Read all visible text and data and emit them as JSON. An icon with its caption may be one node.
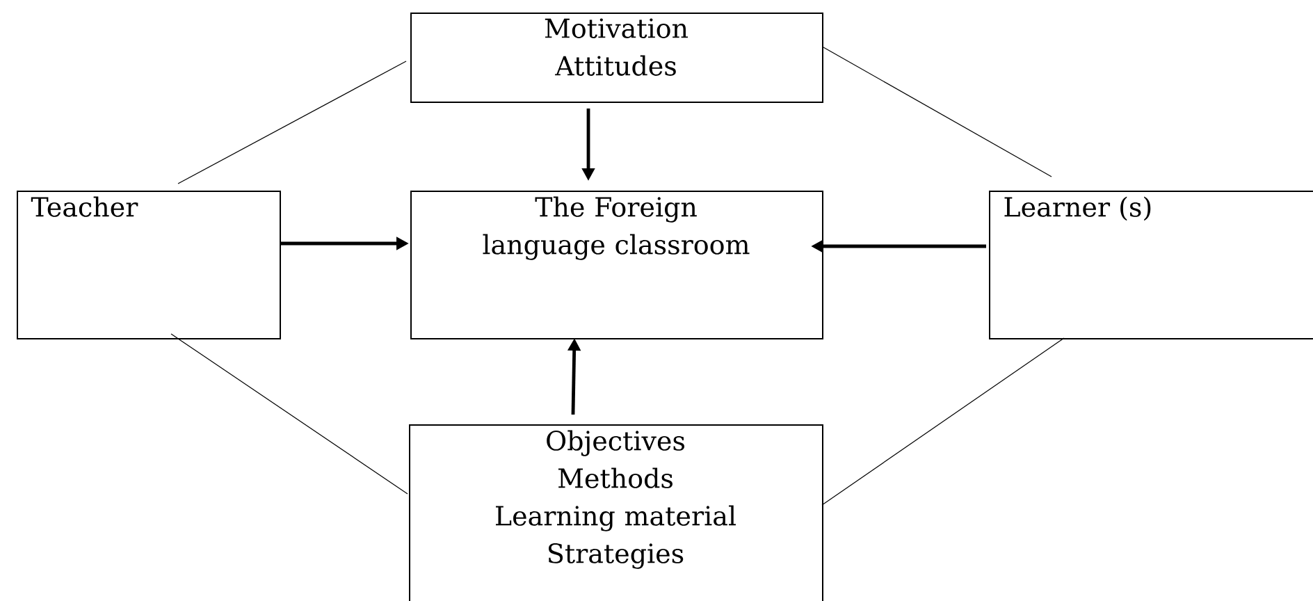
{
  "diagram": {
    "nodes": [
      {
        "text": [
          "Motivation",
          "Attitudes"
        ]
      },
      {
        "text": [
          "Teacher"
        ]
      },
      {
        "text": [
          "The Foreign language classroom"
        ]
      },
      {
        "text": [
          "Learner (s)"
        ]
      },
      {
        "text": [
          "Objectives",
          "Methods",
          "Learning material",
          "Strategies"
        ]
      }
    ],
    "edges": [
      {
        "from": 0,
        "to": 2,
        "arrow": "to",
        "style": "thick"
      },
      {
        "from": 1,
        "to": 2,
        "arrow": "to",
        "style": "thick"
      },
      {
        "from": 3,
        "to": 2,
        "arrow": "to",
        "style": "thick"
      },
      {
        "from": 4,
        "to": 2,
        "arrow": "to",
        "style": "thick"
      },
      {
        "from": 1,
        "to": 0,
        "arrow": "none"
      },
      {
        "from": 0,
        "to": 3,
        "arrow": "none"
      },
      {
        "from": 1,
        "to": 4,
        "arrow": "none"
      },
      {
        "from": 4,
        "to": 3,
        "arrow": "none"
      }
    ]
  }
}
